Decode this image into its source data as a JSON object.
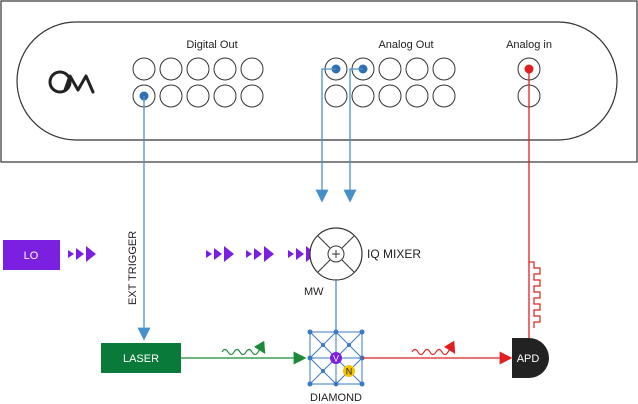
{
  "controller": {
    "logo": "QM",
    "digital_out_label": "Digital Out",
    "analog_out_label": "Analog Out",
    "analog_in_label": "Analog in"
  },
  "signals": {
    "ext_trigger_label": "EXT TRIGGER",
    "lo_label": "LO",
    "mw_label": "MW"
  },
  "components": {
    "iq_mixer_label": "IQ MIXER",
    "laser_label": "LASER",
    "diamond_label": "DIAMOND",
    "apd_label": "APD",
    "nv_v_label": "V",
    "nv_n_label": "N"
  },
  "colors": {
    "digital_line": "#4a90c8",
    "analog_in_line": "#e02020",
    "lo_box": "#7b1fe0",
    "laser_box": "#0a7a3a",
    "laser_wave": "#1a8a3a",
    "apd_box": "#222222",
    "port_active": "#2f6fb5",
    "port_analog_in": "#e02020",
    "diamond_lattice": "#3a78c8",
    "nv_v": "#7b1fe0",
    "nv_n": "#f5c400"
  }
}
